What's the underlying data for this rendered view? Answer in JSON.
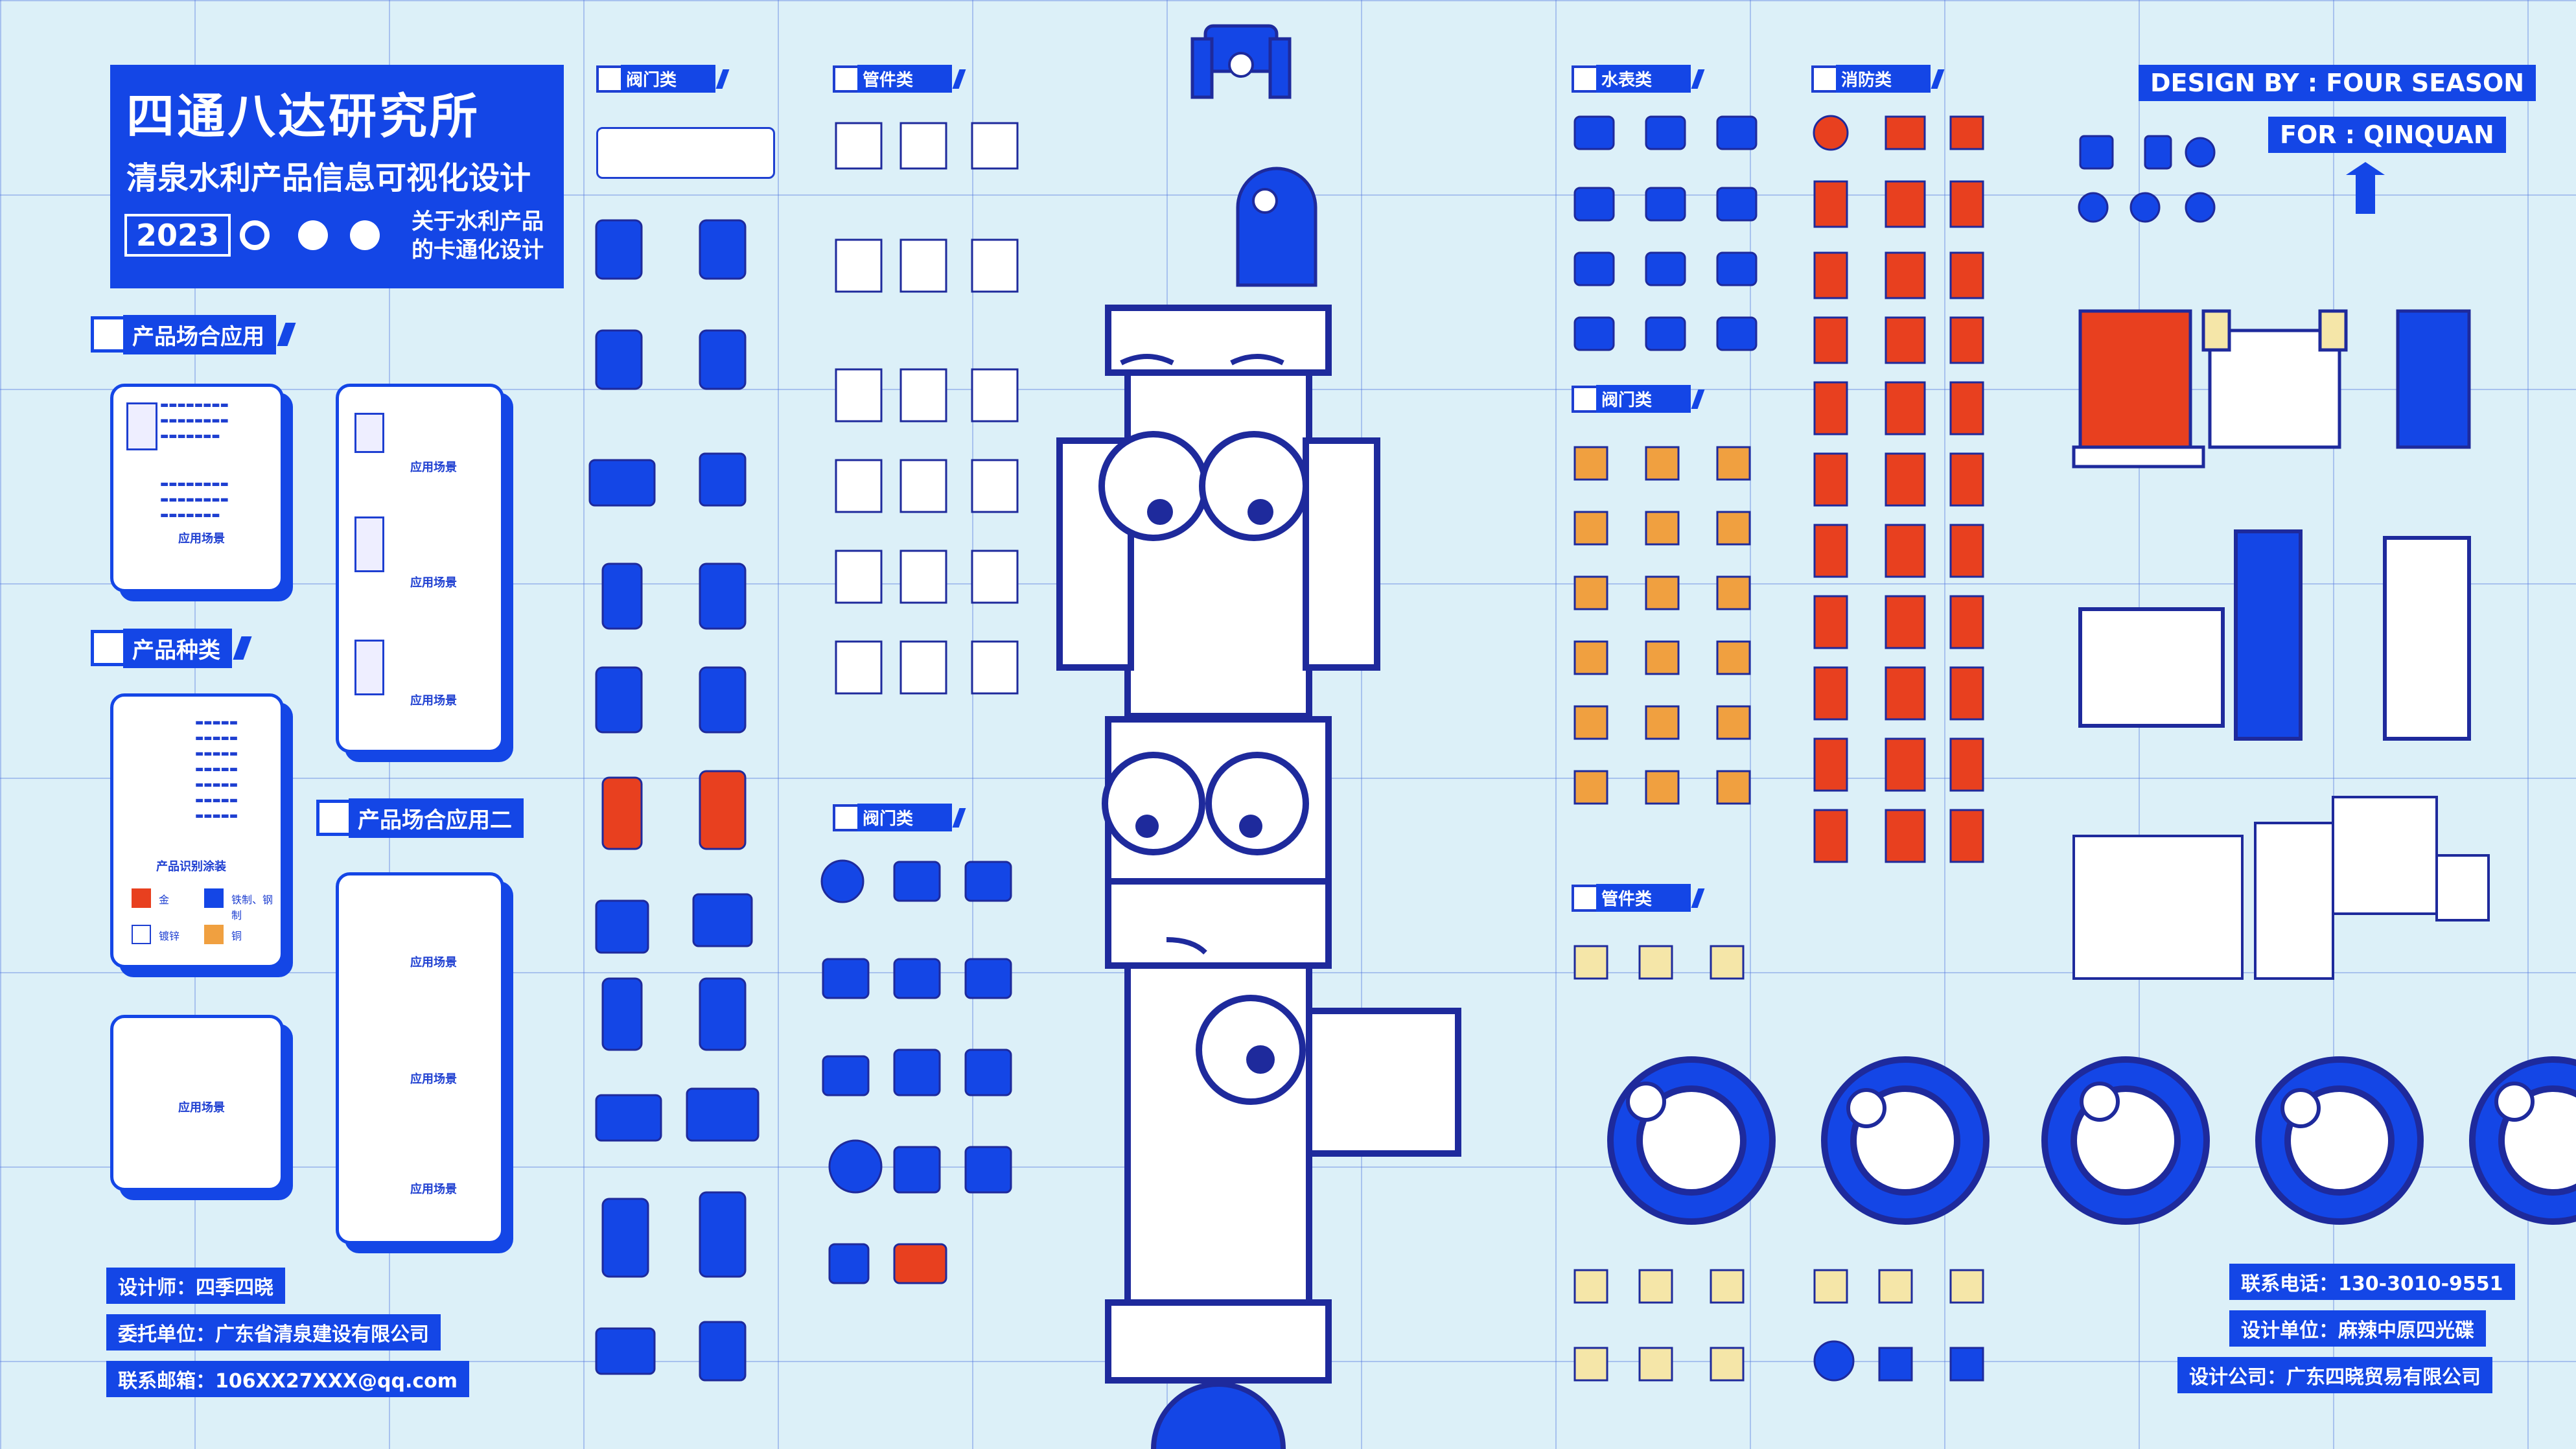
{
  "title": {
    "main": "四通八达研究所",
    "subtitle": "清泉水利产品信息可视化设计",
    "year": "2023",
    "tagline_line1": "关于水利产品",
    "tagline_line2": "的卡通化设计"
  },
  "sections": {
    "scene1": "产品场合应用",
    "kinds": "产品种类",
    "scene2": "产品场合应用二",
    "valve1": "阀门类",
    "pipe1": "管件类",
    "valve2": "阀门类",
    "meter": "水表类",
    "fire": "消防类",
    "valve3": "阀门类",
    "pipe2": "管件类"
  },
  "cards": {
    "scene_caption": "应用场景",
    "kinds_legend_title": "产品识别涂装",
    "legend": [
      "金",
      "铁制、钢制",
      "镀锌",
      "铜"
    ]
  },
  "footer_left": {
    "designer": "设计师：四季四晓",
    "client": "委托单位：广东省清泉建设有限公司",
    "email": "联系邮箱：106XX27XXX@qq.com"
  },
  "footer_right": {
    "phone": "联系电话：130-3010-9551",
    "unit": "设计单位：麻辣中原四光碟",
    "company": "设计公司：广东四晓贸易有限公司"
  },
  "credit": {
    "design_by": "DESIGN BY : FOUR SEASON",
    "for": "FOR : QINQUAN"
  },
  "colors": {
    "blue": "#1446e6",
    "navy": "#1e2a9c",
    "red": "#e8401f",
    "orange": "#f0a040",
    "cream": "#f5e6a8",
    "background": "#dcf0f8"
  }
}
